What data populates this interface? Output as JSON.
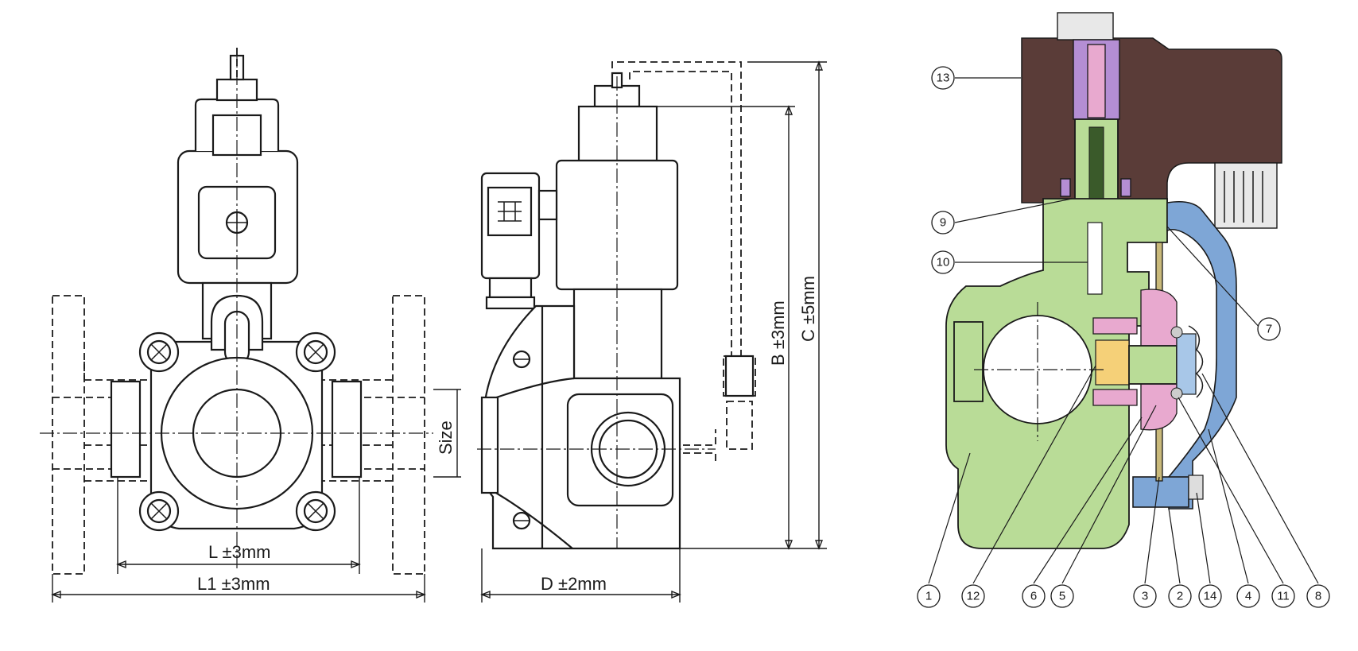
{
  "dimensions": {
    "l": "L ±3mm",
    "l1": "L1 ±3mm",
    "size": "Size",
    "d": "D ±2mm",
    "b": "B ±3mm",
    "c": "C ±5mm"
  },
  "callouts": [
    "13",
    "9",
    "10",
    "7",
    "1",
    "12",
    "6",
    "5",
    "3",
    "2",
    "14",
    "4",
    "11",
    "8"
  ],
  "colors": {
    "body": "#b9dc97",
    "coil": "#5a3c38",
    "cover": "#7ea6d6",
    "armature_tube": "#b48ed4",
    "diaphragm": "#e8a9cf"
  }
}
